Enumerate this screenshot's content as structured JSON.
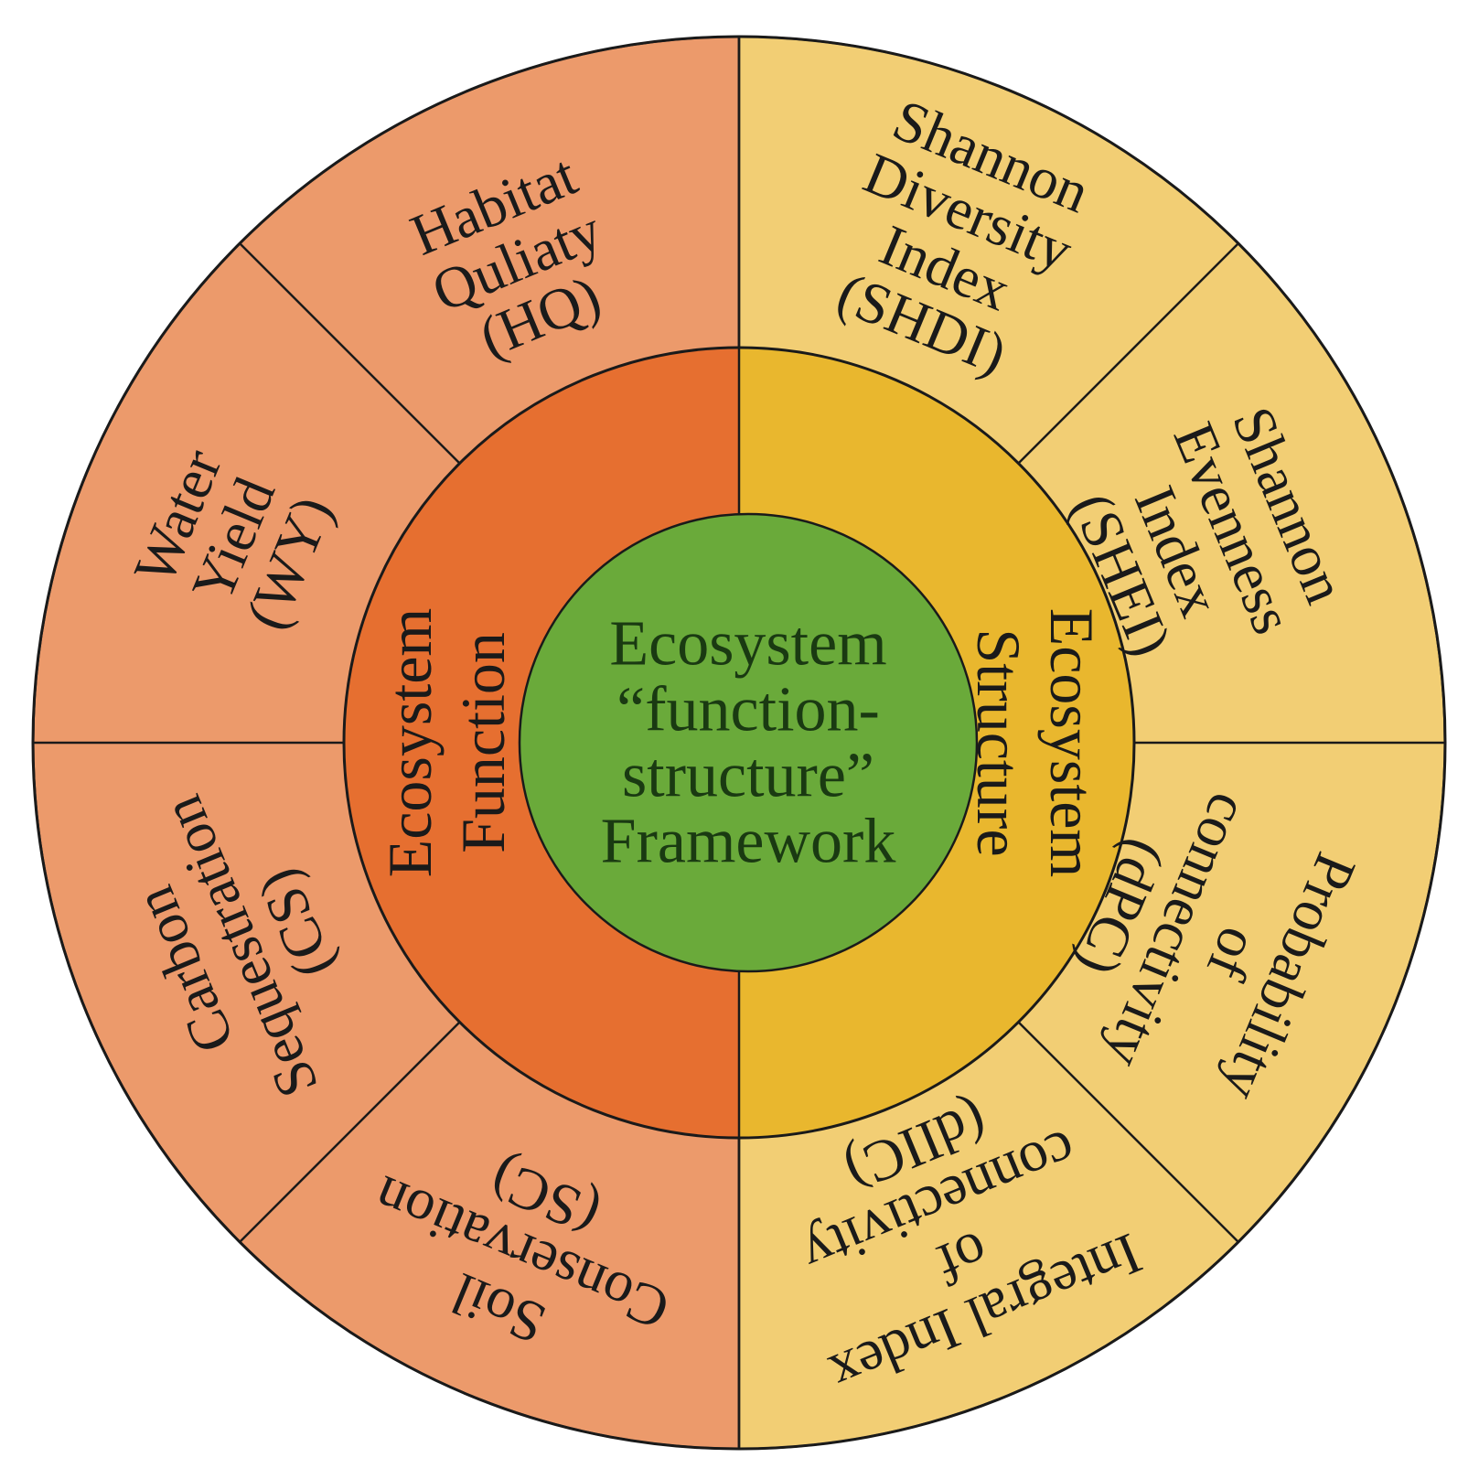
{
  "center": {
    "lines": [
      "Ecosystem",
      "“function-",
      "structure”",
      "Framework"
    ],
    "color": "#6aaa3a"
  },
  "inner_ring": {
    "left": {
      "lines": [
        "Ecosystem",
        "Function"
      ],
      "color": "#e66f30"
    },
    "right": {
      "lines": [
        "Ecosystem",
        "Structure"
      ],
      "color": "#e9b72e"
    }
  },
  "outer_ring": {
    "left_color": "#ec9a6b",
    "right_color": "#f2ce74",
    "segments": [
      {
        "id": "shdi",
        "lines": [
          "Shannon",
          "Diversity",
          "Index",
          "(SHDI)"
        ]
      },
      {
        "id": "shei",
        "lines": [
          "Shannon",
          "Evenness",
          "Index",
          "(SHEI)"
        ]
      },
      {
        "id": "dpc",
        "lines": [
          "Probability",
          "of",
          "connectivity",
          "(dPC)"
        ]
      },
      {
        "id": "diic",
        "lines": [
          "Integral Index",
          "of",
          "connectivity",
          "(dIIC)"
        ]
      },
      {
        "id": "sc",
        "lines": [
          "Soil",
          "Conservation",
          "(SC)"
        ]
      },
      {
        "id": "cs",
        "lines": [
          "Carbon",
          "Sequestration",
          "(CS)"
        ]
      },
      {
        "id": "wy",
        "lines": [
          "Water",
          "Yield",
          "(WY)"
        ]
      },
      {
        "id": "hq",
        "lines": [
          "Habitat",
          "Quliaty",
          "(HQ)"
        ]
      }
    ]
  }
}
